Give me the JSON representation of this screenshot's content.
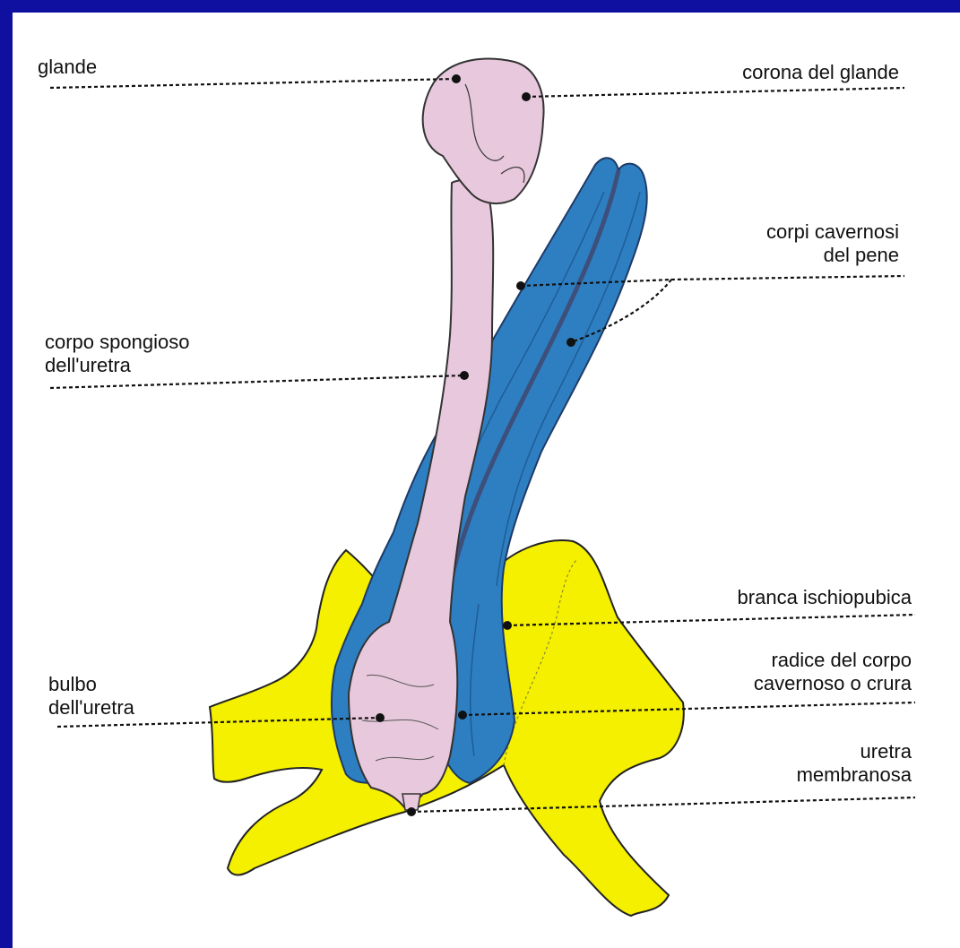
{
  "colors": {
    "frame": "#0f0fa0",
    "background": "#ffffff",
    "bone": "#f4f000",
    "cavernous": "#2e7fc2",
    "spongy": "#e8c8dc"
  },
  "labels": {
    "glande": "glande",
    "corona": "corona del glande",
    "corpi_cavernosi_1": "corpi cavernosi",
    "corpi_cavernosi_2": "del pene",
    "corpo_spongioso_1": "corpo spongioso",
    "corpo_spongioso_2": "dell'uretra",
    "branca": "branca ischiopubica",
    "radice_1": "radice del corpo",
    "radice_2": "cavernoso o crura",
    "bulbo_1": "bulbo",
    "bulbo_2": "dell'uretra",
    "uretra_1": "uretra",
    "uretra_2": "membranosa"
  }
}
